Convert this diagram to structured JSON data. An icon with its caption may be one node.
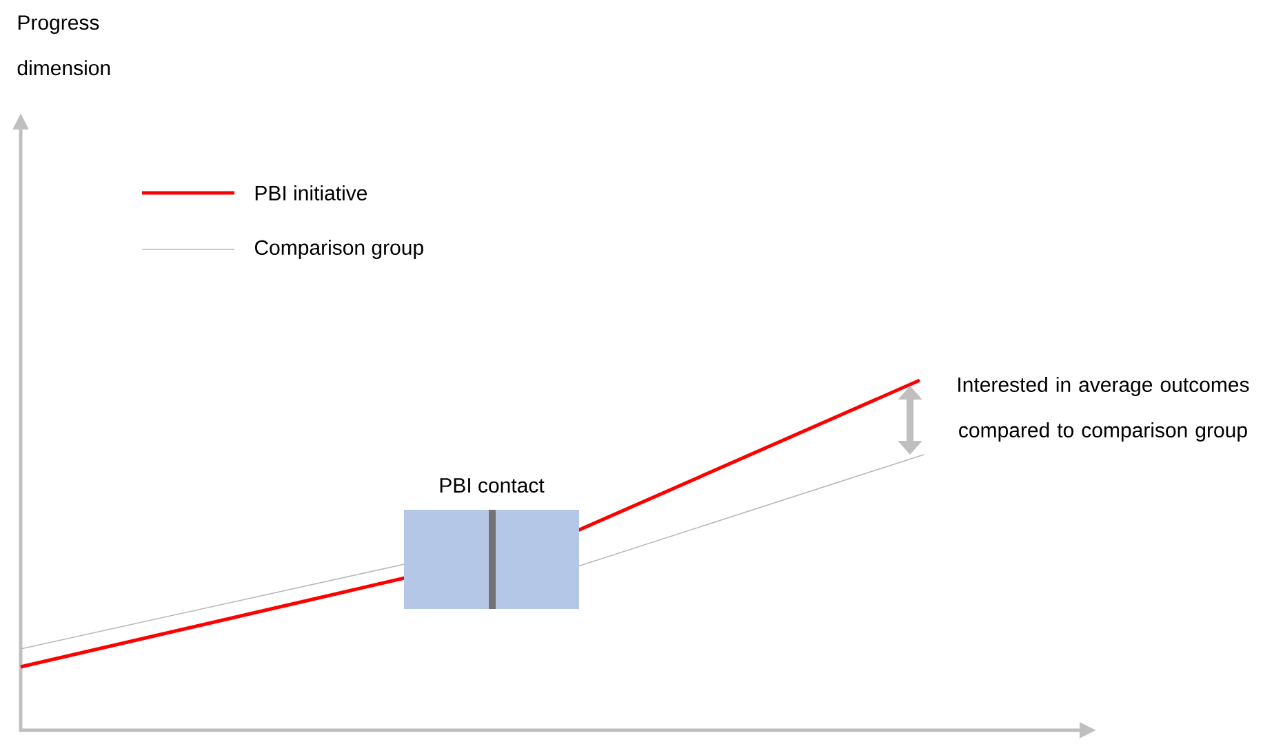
{
  "diagram": {
    "nodes": [
      {
        "text": [
          "PBI contact"
        ]
      }
    ],
    "labels": [
      "Progress dimension",
      "Interested in average outcomes compared to comparison group"
    ],
    "legend": [
      {
        "text": "PBI initiative"
      },
      {
        "text": "Comparison group"
      }
    ]
  }
}
